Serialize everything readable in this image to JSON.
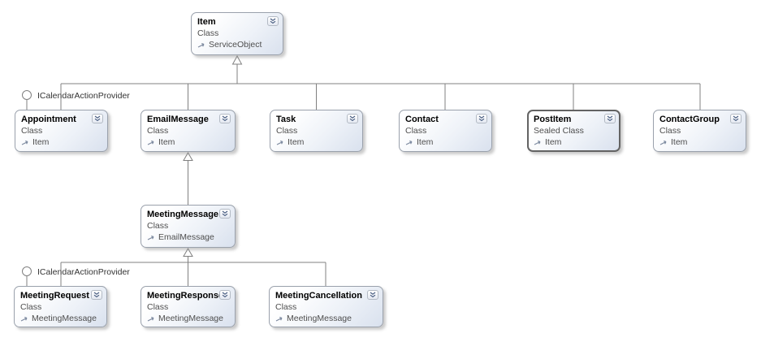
{
  "diagram": {
    "tool": "class-designer-canvas",
    "colors": {
      "background": "#ffffff",
      "node_border": "#9aa1ac",
      "node_selected_border": "#636363",
      "node_fill_top": "#ffffff",
      "node_fill_bottom": "#d9e1ee",
      "connector": "#808080",
      "title_text": "#000000",
      "body_text": "#4e4e4e",
      "chevron_glyph": "#44597e"
    },
    "icons": {
      "collapse": "chevron-double-down-icon",
      "inherits": "inherit-arrow-icon",
      "interface": "lollipop-circle-icon"
    }
  },
  "classes": [
    {
      "title": "Item",
      "kind": "Class",
      "base": "ServiceObject"
    },
    {
      "title": "Appointment",
      "kind": "Class",
      "base": "Item"
    },
    {
      "title": "EmailMessage",
      "kind": "Class",
      "base": "Item"
    },
    {
      "title": "Task",
      "kind": "Class",
      "base": "Item"
    },
    {
      "title": "Contact",
      "kind": "Class",
      "base": "Item"
    },
    {
      "title": "PostItem",
      "kind": "Sealed Class",
      "base": "Item",
      "selected": true
    },
    {
      "title": "ContactGroup",
      "kind": "Class",
      "base": "Item"
    },
    {
      "title": "MeetingMessage",
      "kind": "Class",
      "base": "EmailMessage"
    },
    {
      "title": "MeetingRequest",
      "kind": "Class",
      "base": "MeetingMessage"
    },
    {
      "title": "MeetingResponse",
      "kind": "Class",
      "base": "MeetingMessage"
    },
    {
      "title": "MeetingCancellation",
      "kind": "Class",
      "base": "MeetingMessage"
    }
  ],
  "interfaces": [
    {
      "label": "ICalendarActionProvider",
      "attached_to": "Appointment"
    },
    {
      "label": "ICalendarActionProvider",
      "attached_to": "MeetingRequest"
    }
  ]
}
